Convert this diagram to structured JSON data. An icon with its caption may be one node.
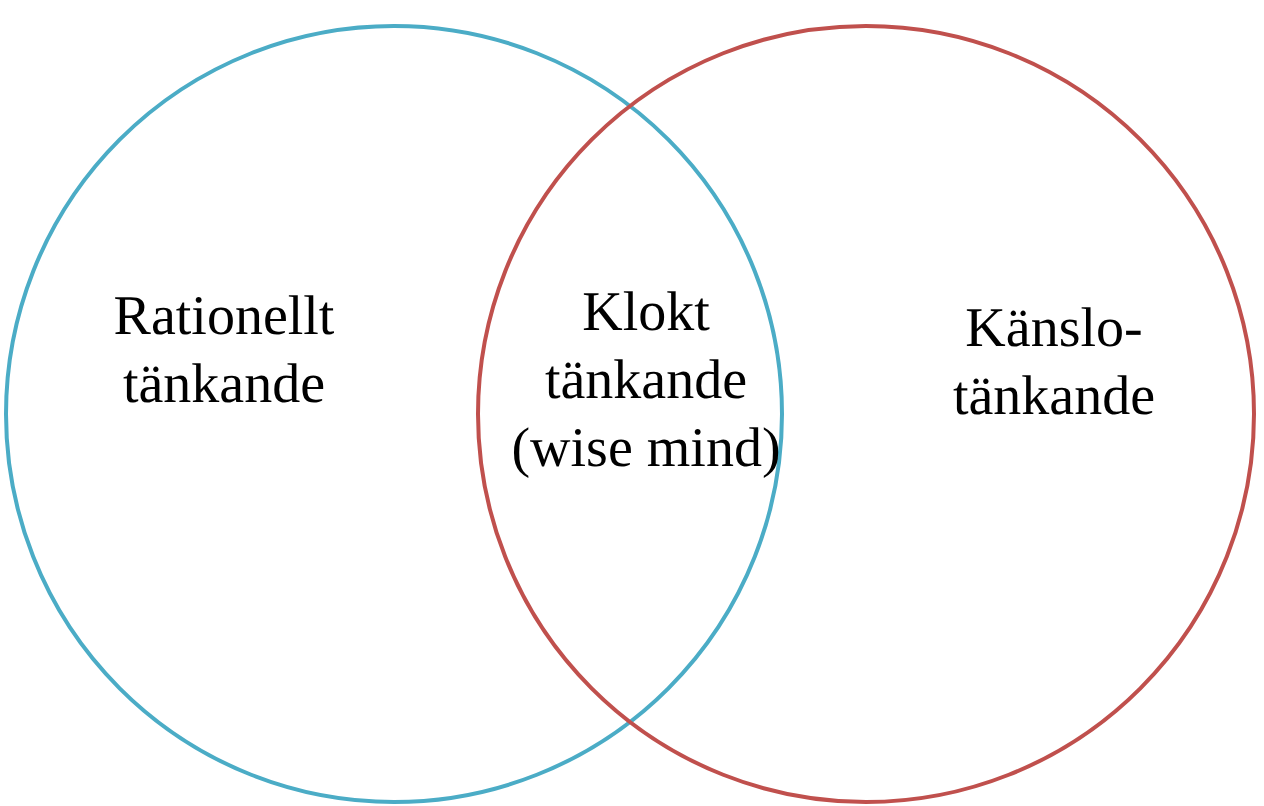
{
  "diagram": {
    "nodes": [
      {
        "text": [
          "Rationellt tänkande"
        ]
      },
      {
        "text": [
          "Känslo- tänkande"
        ]
      }
    ],
    "edges": [],
    "labels": [
      "Klokt tänkande (wise mind)"
    ]
  }
}
